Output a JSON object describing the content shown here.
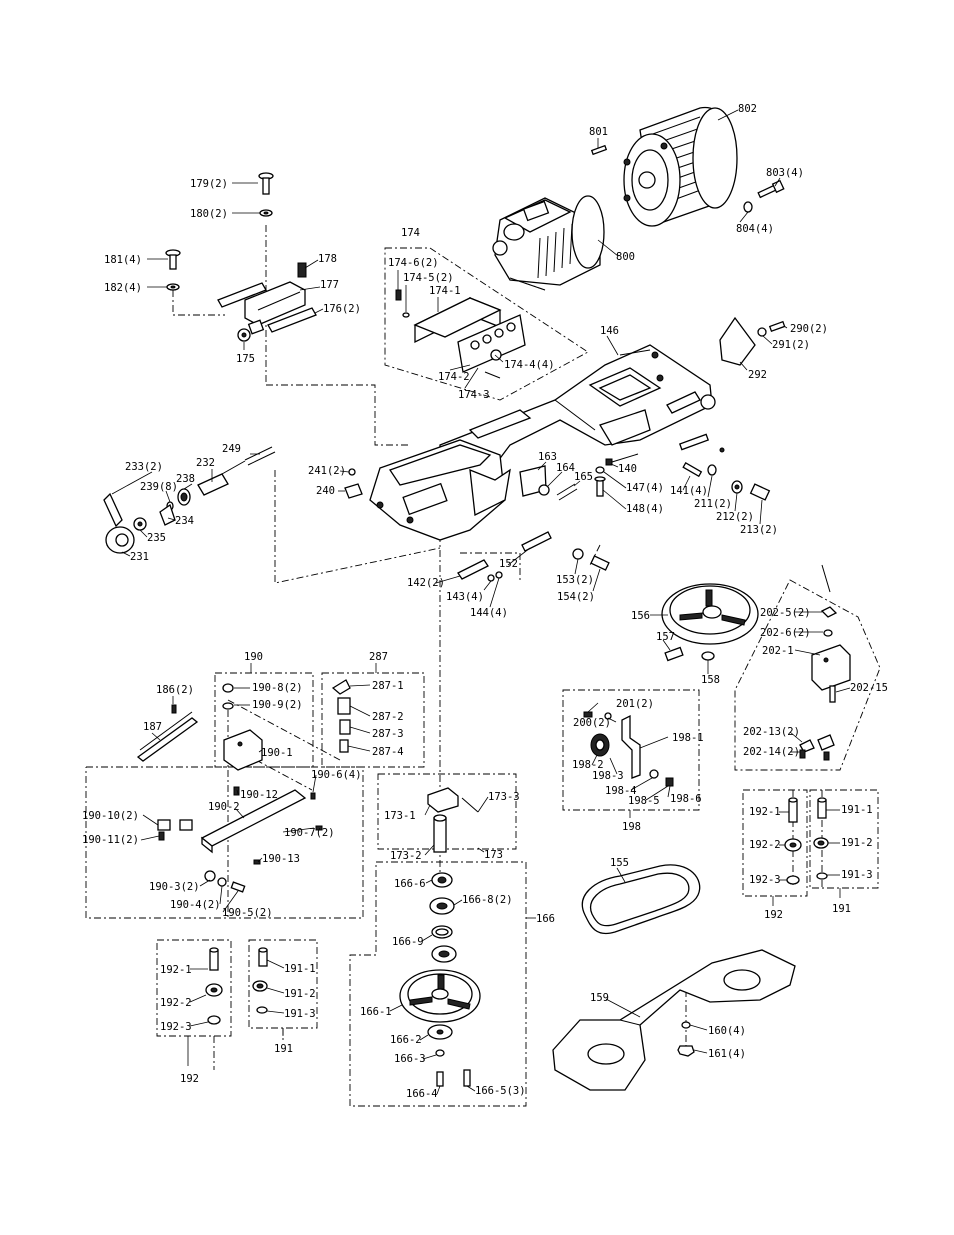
{
  "labels": {
    "802": "802",
    "801": "801",
    "803_4": "803(4)",
    "804_4": "804(4)",
    "800": "800",
    "179_2": "179(2)",
    "180_2": "180(2)",
    "181_4": "181(4)",
    "182_4": "182(4)",
    "178": "178",
    "177": "177",
    "176_2": "176(2)",
    "175": "175",
    "174": "174",
    "174_6_2": "174-6(2)",
    "174_5_2": "174-5(2)",
    "174_1": "174-1",
    "174_2": "174-2",
    "174_4_4": "174-4(4)",
    "174_3": "174-3",
    "146": "146",
    "290_2": "290(2)",
    "291_2": "291(2)",
    "292": "292",
    "249": "249",
    "232": "232",
    "233_2": "233(2)",
    "238": "238",
    "239_8": "239(8)",
    "234": "234",
    "235": "235",
    "231": "231",
    "241_2": "241(2)",
    "240": "240",
    "163": "163",
    "164": "164",
    "165": "165",
    "140": "140",
    "147_4": "147(4)",
    "148_4": "148(4)",
    "141_4": "141(4)",
    "211_2": "211(2)",
    "212_2": "212(2)",
    "213_2": "213(2)",
    "152": "152",
    "153_2": "153(2)",
    "154_2": "154(2)",
    "142_2": "142(2)",
    "143_4": "143(4)",
    "144_4": "144(4)",
    "156": "156",
    "157": "157",
    "158": "158",
    "202_5_2": "202-5(2)",
    "202_6_2": "202-6(2)",
    "202_1": "202-1",
    "202_15": "202-15",
    "202_13_2": "202-13(2)",
    "202_14_2": "202-14(2)",
    "190": "190",
    "287": "287",
    "186_2": "186(2)",
    "190_8_2": "190-8(2)",
    "190_9_2": "190-9(2)",
    "287_1": "287-1",
    "287_2": "287-2",
    "287_3": "287-3",
    "287_4": "287-4",
    "187": "187",
    "190_1": "190-1",
    "190_6_4": "190-6(4)",
    "190_12": "190-12",
    "190_10_2": "190-10(2)",
    "190_2": "190-2",
    "190_7_2": "190-7(2)",
    "190_11_2": "190-11(2)",
    "190_13": "190-13",
    "190_3_2": "190-3(2)",
    "190_4_2": "190-4(2)",
    "190_5_2": "190-5(2)",
    "201_2": "201(2)",
    "200_2": "200(2)",
    "198_1": "198-1",
    "198_2": "198-2",
    "198_3": "198-3",
    "198_4": "198-4",
    "198_5": "198-5",
    "198_6": "198-6",
    "198": "198",
    "173_1": "173-1",
    "173_3": "173-3",
    "173_2": "173-2",
    "173": "173",
    "192_1": "192-1",
    "192_2": "192-2",
    "192_3": "192-3",
    "192": "192",
    "191_1": "191-1",
    "191_2": "191-2",
    "191_3": "191-3",
    "191": "191",
    "155": "155",
    "166_6": "166-6",
    "166_8_2": "166-8(2)",
    "166": "166",
    "166_9": "166-9",
    "166_1": "166-1",
    "166_2": "166-2",
    "166_3": "166-3",
    "166_4": "166-4",
    "166_5_3": "166-5(3)",
    "159": "159",
    "160_4": "160(4)",
    "161_4": "161(4)"
  }
}
